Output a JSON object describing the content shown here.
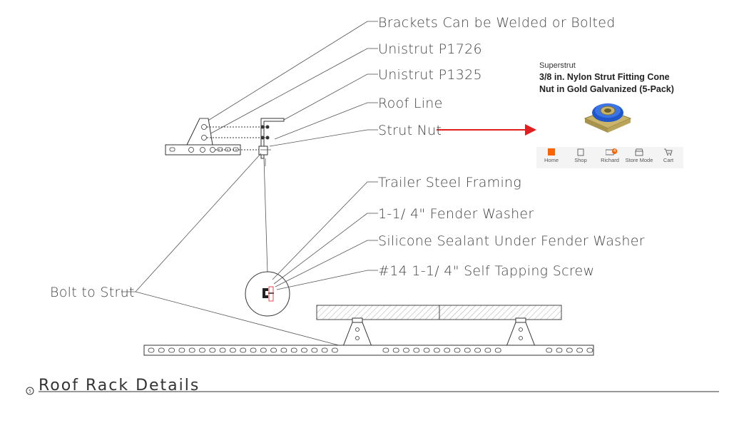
{
  "labels": {
    "brackets": "Brackets Can be Welded or Bolted",
    "p1726": "Unistrut P1726",
    "p1325": "Unistrut P1325",
    "roof_line": "Roof Line",
    "strut_nut": "Strut Nut",
    "trailer_framing": "Trailer Steel Framing",
    "fender_washer": "1-1/ 4\" Fender Washer",
    "sealant": "Silicone Sealant Under Fender Washer",
    "screw": "#14 1-1/ 4\" Self Tapping Screw",
    "bolt_to_strut": "Bolt to Strut"
  },
  "title": "Roof Rack Details",
  "detail_number": "5",
  "product": {
    "brand": "Superstrut",
    "title": "3/8 in. Nylon Strut Fitting Cone Nut in Gold Galvanized (5-Pack)",
    "nav": [
      {
        "label": "Home",
        "icon": "home-depot-logo-icon"
      },
      {
        "label": "Shop",
        "icon": "shop-icon"
      },
      {
        "label": "Richard",
        "icon": "pro-icon",
        "badge": "4"
      },
      {
        "label": "Store Mode",
        "icon": "store-icon"
      },
      {
        "label": "Cart",
        "icon": "cart-icon"
      }
    ]
  },
  "colors": {
    "arrow": "#e02020",
    "brand_orange": "#f96302",
    "nut_blue": "#1f56c9",
    "nut_gold": "#c9b46a"
  }
}
